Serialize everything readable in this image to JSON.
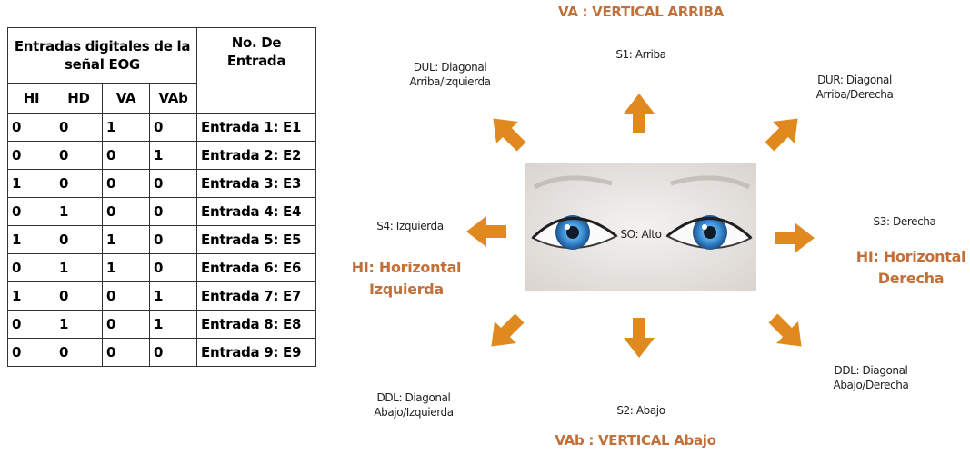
{
  "table": {
    "header_group": "Entradas digitales de la señal EOG",
    "header_entrada": "No. De Entrada",
    "sub_headers": [
      "HI",
      "HD",
      "VA",
      "VAb"
    ],
    "rows": [
      {
        "bits": [
          "0",
          "0",
          "1",
          "0"
        ],
        "entrada": "Entrada 1: E1"
      },
      {
        "bits": [
          "0",
          "0",
          "0",
          "1"
        ],
        "entrada": "Entrada 2: E2"
      },
      {
        "bits": [
          "1",
          "0",
          "0",
          "0"
        ],
        "entrada": "Entrada 3: E3"
      },
      {
        "bits": [
          "0",
          "1",
          "0",
          "0"
        ],
        "entrada": "Entrada 4: E4"
      },
      {
        "bits": [
          "1",
          "0",
          "1",
          "0"
        ],
        "entrada": "Entrada 5: E5"
      },
      {
        "bits": [
          "0",
          "1",
          "1",
          "0"
        ],
        "entrada": "Entrada 6: E6"
      },
      {
        "bits": [
          "1",
          "0",
          "0",
          "1"
        ],
        "entrada": "Entrada 7: E7"
      },
      {
        "bits": [
          "0",
          "1",
          "0",
          "1"
        ],
        "entrada": "Entrada 8: E8"
      },
      {
        "bits": [
          "0",
          "0",
          "0",
          "0"
        ],
        "entrada": "Entrada 9: E9"
      }
    ]
  },
  "diagram": {
    "va_title": "VA : VERTICAL ARRIBA",
    "vab_title": "VAb : VERTICAL Abajo",
    "hi_title_1": "HI: Horizontal",
    "hi_title_2": "Izquierda",
    "hd_title_1": "HI: Horizontal",
    "hd_title_2": "Derecha",
    "s1": "S1: Arriba",
    "s2": "S2: Abajo",
    "s3": "S3: Derecha",
    "s4": "S4: Izquierda",
    "s0": "SO: Alto",
    "dul_1": "DUL: Diagonal",
    "dul_2": "Arriba/Izquierda",
    "dur_1": "DUR: Diagonal",
    "dur_2": "Arriba/Derecha",
    "ddl_left_1": "DDL: Diagonal",
    "ddl_left_2": "Abajo/Izquierda",
    "ddl_right_1": "DDL: Diagonal",
    "ddl_right_2": "Abajo/Derecha"
  },
  "colors": {
    "accent_title": "#c2703a",
    "arrow": "#e0891e",
    "iris": "#3a8fd6"
  }
}
